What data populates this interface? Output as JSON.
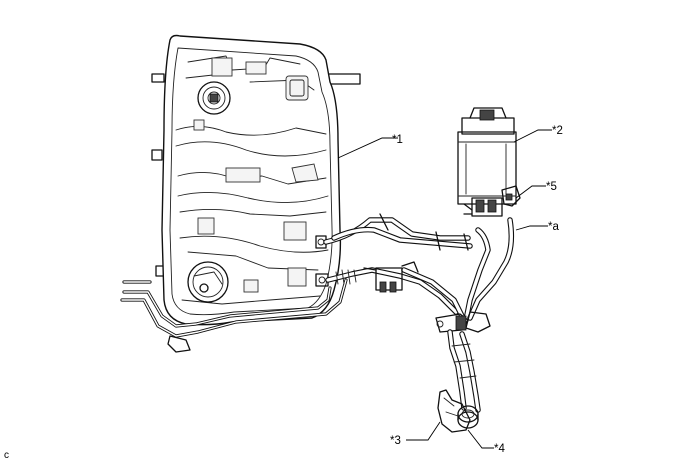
{
  "callouts": {
    "c1": "*1",
    "c2": "*2",
    "c3": "*3",
    "c4": "*4",
    "c5": "*5",
    "ca": "*a"
  },
  "corner_code": "c"
}
